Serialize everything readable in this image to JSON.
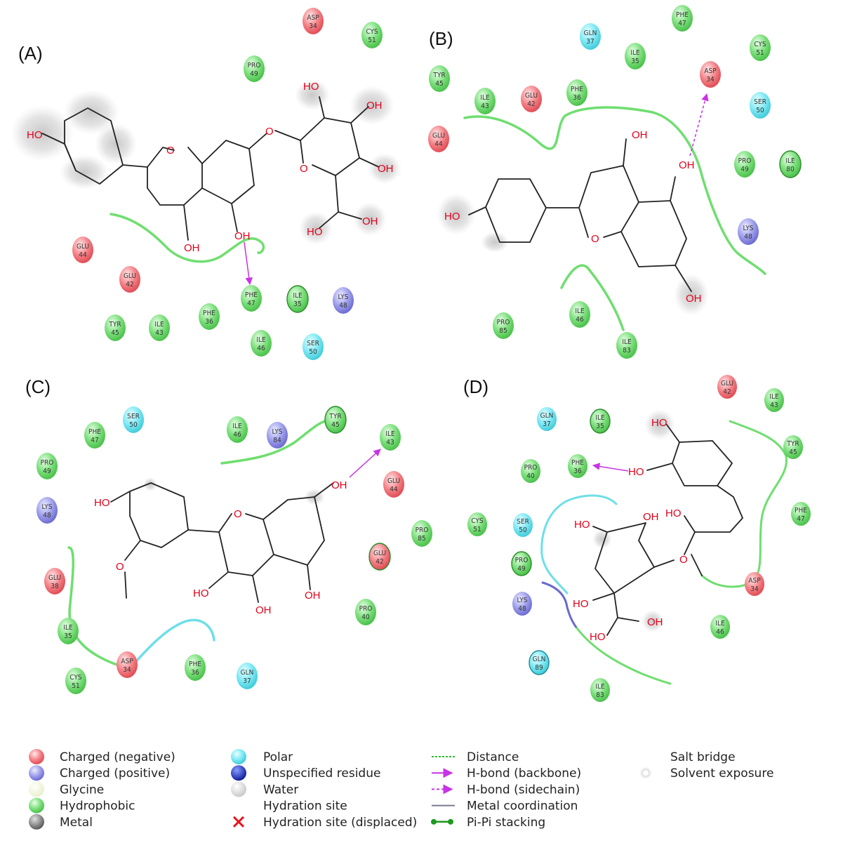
{
  "panels": [
    {
      "label": "(A)",
      "residues": [
        {
          "name": "ASP",
          "num": "34",
          "kind": "negative"
        },
        {
          "name": "CYS",
          "num": "51",
          "kind": "hydrophobic"
        },
        {
          "name": "PRO",
          "num": "49",
          "kind": "hydrophobic"
        },
        {
          "name": "GLU",
          "num": "44",
          "kind": "negative"
        },
        {
          "name": "GLU",
          "num": "42",
          "kind": "negative"
        },
        {
          "name": "PHE",
          "num": "47",
          "kind": "hydrophobic"
        },
        {
          "name": "ILE",
          "num": "35",
          "kind": "hydrophobic"
        },
        {
          "name": "LYS",
          "num": "48",
          "kind": "positive"
        },
        {
          "name": "TYR",
          "num": "45",
          "kind": "hydrophobic"
        },
        {
          "name": "ILE",
          "num": "43",
          "kind": "hydrophobic"
        },
        {
          "name": "PHE",
          "num": "36",
          "kind": "hydrophobic"
        },
        {
          "name": "ILE",
          "num": "46",
          "kind": "hydrophobic"
        },
        {
          "name": "SER",
          "num": "50",
          "kind": "polar"
        }
      ]
    },
    {
      "label": "(B)",
      "residues": [
        {
          "name": "PHE",
          "num": "47",
          "kind": "hydrophobic"
        },
        {
          "name": "GLN",
          "num": "37",
          "kind": "polar"
        },
        {
          "name": "ILE",
          "num": "35",
          "kind": "hydrophobic"
        },
        {
          "name": "CYS",
          "num": "51",
          "kind": "hydrophobic"
        },
        {
          "name": "TYR",
          "num": "45",
          "kind": "hydrophobic"
        },
        {
          "name": "ASP",
          "num": "34",
          "kind": "negative"
        },
        {
          "name": "ILE",
          "num": "43",
          "kind": "hydrophobic"
        },
        {
          "name": "GLU",
          "num": "42",
          "kind": "negative"
        },
        {
          "name": "PHE",
          "num": "36",
          "kind": "hydrophobic"
        },
        {
          "name": "SER",
          "num": "50",
          "kind": "polar"
        },
        {
          "name": "GLU",
          "num": "44",
          "kind": "negative"
        },
        {
          "name": "PRO",
          "num": "49",
          "kind": "hydrophobic"
        },
        {
          "name": "ILE",
          "num": "80",
          "kind": "hydrophobic"
        },
        {
          "name": "LYS",
          "num": "48",
          "kind": "positive"
        },
        {
          "name": "ILE",
          "num": "46",
          "kind": "hydrophobic"
        },
        {
          "name": "PRO",
          "num": "85",
          "kind": "hydrophobic"
        },
        {
          "name": "ILE",
          "num": "83",
          "kind": "hydrophobic"
        }
      ]
    },
    {
      "label": "(C)",
      "residues": [
        {
          "name": "SER",
          "num": "50",
          "kind": "polar"
        },
        {
          "name": "PHE",
          "num": "47",
          "kind": "hydrophobic"
        },
        {
          "name": "ILE",
          "num": "46",
          "kind": "hydrophobic"
        },
        {
          "name": "LYS",
          "num": "84",
          "kind": "positive"
        },
        {
          "name": "TYR",
          "num": "45",
          "kind": "hydrophobic"
        },
        {
          "name": "ILE",
          "num": "43",
          "kind": "hydrophobic"
        },
        {
          "name": "PRO",
          "num": "49",
          "kind": "hydrophobic"
        },
        {
          "name": "GLU",
          "num": "44",
          "kind": "negative"
        },
        {
          "name": "LYS",
          "num": "48",
          "kind": "positive"
        },
        {
          "name": "PRO",
          "num": "85",
          "kind": "hydrophobic"
        },
        {
          "name": "GLU",
          "num": "42",
          "kind": "negative"
        },
        {
          "name": "GLU",
          "num": "38",
          "kind": "negative"
        },
        {
          "name": "PRO",
          "num": "40",
          "kind": "hydrophobic"
        },
        {
          "name": "ILE",
          "num": "35",
          "kind": "hydrophobic"
        },
        {
          "name": "ASP",
          "num": "34",
          "kind": "negative"
        },
        {
          "name": "PHE",
          "num": "36",
          "kind": "hydrophobic"
        },
        {
          "name": "GLN",
          "num": "37",
          "kind": "polar"
        },
        {
          "name": "CYS",
          "num": "51",
          "kind": "hydrophobic"
        }
      ]
    },
    {
      "label": "(D)",
      "residues": [
        {
          "name": "GLU",
          "num": "42",
          "kind": "negative"
        },
        {
          "name": "ILE",
          "num": "43",
          "kind": "hydrophobic"
        },
        {
          "name": "GLN",
          "num": "37",
          "kind": "polar"
        },
        {
          "name": "ILE",
          "num": "35",
          "kind": "hydrophobic"
        },
        {
          "name": "TYR",
          "num": "45",
          "kind": "hydrophobic"
        },
        {
          "name": "PRO",
          "num": "40",
          "kind": "hydrophobic"
        },
        {
          "name": "PHE",
          "num": "36",
          "kind": "hydrophobic"
        },
        {
          "name": "PHE",
          "num": "47",
          "kind": "hydrophobic"
        },
        {
          "name": "CYS",
          "num": "51",
          "kind": "hydrophobic"
        },
        {
          "name": "SER",
          "num": "50",
          "kind": "polar"
        },
        {
          "name": "PRO",
          "num": "49",
          "kind": "hydrophobic"
        },
        {
          "name": "ASP",
          "num": "34",
          "kind": "negative"
        },
        {
          "name": "LYS",
          "num": "48",
          "kind": "positive"
        },
        {
          "name": "ILE",
          "num": "46",
          "kind": "hydrophobic"
        },
        {
          "name": "GLN",
          "num": "89",
          "kind": "polar"
        },
        {
          "name": "ILE",
          "num": "83",
          "kind": "hydrophobic"
        }
      ]
    }
  ],
  "atom_label_hydroxyl": "OH",
  "atom_label_hydroxyl_left": "HO",
  "atom_label_oxygen": "O",
  "legend": [
    {
      "text": "Charged (negative)",
      "icon": "sphere",
      "color": "#f4848a"
    },
    {
      "text": "Charged (positive)",
      "icon": "sphere",
      "color": "#9fa0ec"
    },
    {
      "text": "Glycine",
      "icon": "sphere",
      "color": "#f6f9e6"
    },
    {
      "text": "Hydrophobic",
      "icon": "sphere",
      "color": "#7ee07e"
    },
    {
      "text": "Metal",
      "icon": "sphere",
      "color": "#8f8f8f"
    },
    {
      "text": "Polar",
      "icon": "sphere",
      "color": "#7fe9f4"
    },
    {
      "text": "Unspecified residue",
      "icon": "sphere",
      "color": "#1d2fbf"
    },
    {
      "text": "Water",
      "icon": "sphere",
      "color": "#dedede"
    },
    {
      "text": "Hydration site",
      "icon": "none",
      "color": ""
    },
    {
      "text": "Hydration site (displaced)",
      "icon": "cross",
      "color": "#e8141e"
    },
    {
      "text": "Distance",
      "icon": "dashed-line",
      "color": "#2cc12c"
    },
    {
      "text": "H-bond (backbone)",
      "icon": "arrow",
      "color": "#c932e6"
    },
    {
      "text": "H-bond (sidechain)",
      "icon": "dashed-arrow",
      "color": "#c932e6"
    },
    {
      "text": "Metal coordination",
      "icon": "line",
      "color": "#7a7a90"
    },
    {
      "text": "Pi-Pi stacking",
      "icon": "dumbbell",
      "color": "#1c9a1c"
    },
    {
      "text": "Salt bridge",
      "icon": "gradient-line",
      "color": "#6a30d8"
    },
    {
      "text": "Solvent exposure",
      "icon": "halo",
      "color": "#bbbbbb"
    }
  ],
  "colors": {
    "negative": "#f4848a",
    "positive": "#9fa0ec",
    "hydrophobic": "#7ee07e",
    "polar": "#7fe9f4",
    "pocket_green": "#6fde6f",
    "pocket_cyan": "#6fdfe8",
    "pocket_blue": "#6a6acc",
    "hbond": "#c932e6",
    "atom_red": "#e0001b"
  }
}
